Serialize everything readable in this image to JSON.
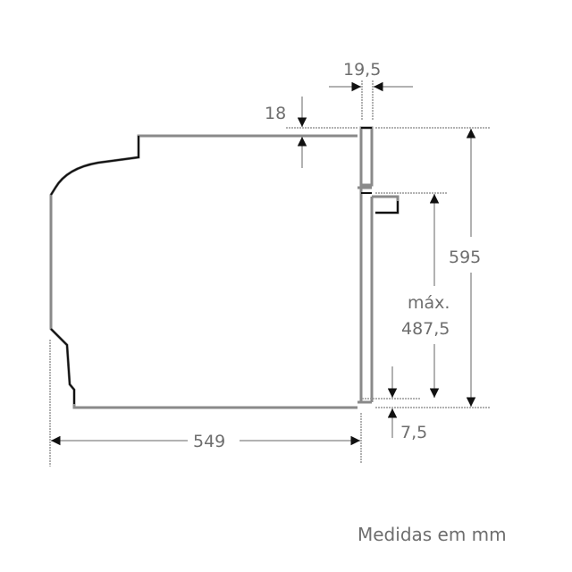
{
  "diagram": {
    "type": "technical-dimension-drawing",
    "subject": "built-in oven side profile",
    "colors": {
      "outline": "#8a8a8a",
      "accent_line": "#111111",
      "text": "#6e6e6e",
      "background": "#ffffff"
    },
    "dimensions": {
      "front_thickness": "19,5",
      "top_offset": "18",
      "total_height": "595",
      "max_label": "máx.",
      "max_height": "487,5",
      "bottom_offset": "7,5",
      "depth": "549"
    },
    "caption": "Medidas em mm"
  }
}
